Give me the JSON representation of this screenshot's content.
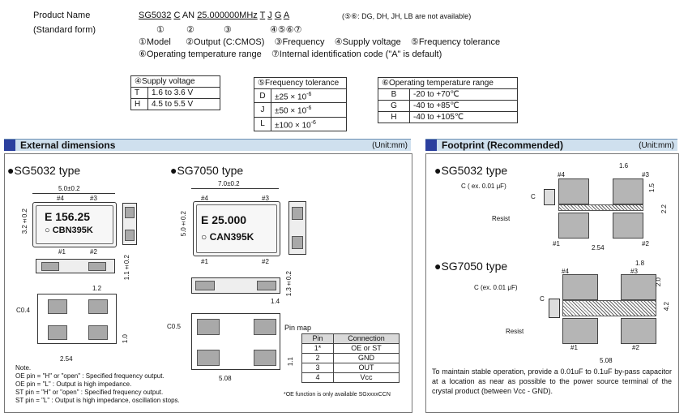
{
  "header": {
    "product_name_label": "Product Name",
    "standard_form_label": "(Standard form)",
    "code_sg": "SG5032",
    "code_c": "C",
    "code_an": "AN",
    "code_freq": "25.000000MHz",
    "code_t": "T",
    "code_j": "J",
    "code_g": "G",
    "code_a": "A",
    "note": "(⑤⑥: DG, DH, JH, LB are not available)",
    "num_1": "①",
    "num_2": "②",
    "num_3": "③",
    "num_4567": "④⑤⑥⑦",
    "legend_line1": "①Model      ②Output (C:CMOS)    ③Frequency    ④Supply voltage    ⑤Frequency tolerance",
    "legend_line2": "⑥Operating temperature range    ⑦Internal identification code (\"A\" is default)"
  },
  "supply_table": {
    "title": "④Supply voltage",
    "rows": [
      [
        "T",
        "1.6 to 3.6 V"
      ],
      [
        "H",
        "4.5 to 5.5 V"
      ]
    ]
  },
  "tolerance_table": {
    "title": "⑤Frequency tolerance",
    "rows": [
      [
        "D",
        "±25 × 10",
        "-6"
      ],
      [
        "J",
        "±50 × 10",
        "-6"
      ],
      [
        "L",
        "±100 × 10",
        "-6"
      ]
    ]
  },
  "temperature_table": {
    "title": "⑥Operating temperature range",
    "rows": [
      [
        "B",
        "-20 to +70℃"
      ],
      [
        "G",
        "-40 to +85℃"
      ],
      [
        "H",
        "-40 to +105℃"
      ]
    ]
  },
  "external": {
    "title": "External dimensions",
    "unit": "(Unit:mm)",
    "sg5032_label": "●SG5032 type",
    "sg7050_label": "●SG7050 type",
    "dim_50": "5.0±0.2",
    "dim_32": "3.2±0.2",
    "dim_11": "1.1±0.2",
    "dim_12": "1.2",
    "dim_10": "1.0",
    "dim_254": "2.54",
    "dim_c04": "C0.4",
    "dim_70": "7.0±0.2",
    "dim_50b": "5.0±0.2",
    "dim_13": "1.3±0.2",
    "dim_14": "1.4",
    "dim_11b": "1.1",
    "dim_508": "5.08",
    "dim_c05": "C0.5",
    "pin4": "#4",
    "pin3": "#3",
    "pin1": "#1",
    "pin2": "#2",
    "mark1_line1": "E 156.25",
    "mark1_line2": "CBN395K",
    "mark2_line1": "E 25.000",
    "mark2_line2": "CAN395K",
    "pinmap_title": "Pin map",
    "pinmap_head": [
      "Pin",
      "Connection"
    ],
    "pinmap_rows": [
      [
        "1*",
        "OE or ST"
      ],
      [
        "2",
        "GND"
      ],
      [
        "3",
        "OUT"
      ],
      [
        "4",
        "Vcc"
      ]
    ],
    "pinmap_note": "*OE function is only available SGxxxxCCN",
    "note_title": "Note.",
    "note_lines": [
      "OE pin = \"H\" or \"open\" : Specified frequency output.",
      "OE pin = \"L\" : Output is high impedance.",
      "ST pin = \"H\" or \"open\" : Specified frequency output.",
      "ST pin = \"L\" : Output is high impedance, oscillation stops."
    ]
  },
  "footprint": {
    "title": "Footprint (Recommended)",
    "unit": "(Unit:mm)",
    "sg5032_label": "●SG5032 type",
    "sg7050_label": "●SG7050 type",
    "cap1": "C ( ex. 0.01 μF)",
    "cap2": "C (ex. 0.01 μF)",
    "c": "C",
    "resist": "Resist",
    "d16": "1.6",
    "d15": "1.5",
    "d22": "2.2",
    "d254": "2.54",
    "d18": "1.8",
    "d20": "2.0",
    "d42": "4.2",
    "d508": "5.08",
    "pin4": "#4",
    "pin3": "#3",
    "pin1": "#1",
    "pin2": "#2",
    "text": "To maintain stable operation, provide a 0.01uF to 0.1uF by-pass capacitor at a location as near as possible to the power source terminal of the crystal product (between Vcc - GND)."
  }
}
